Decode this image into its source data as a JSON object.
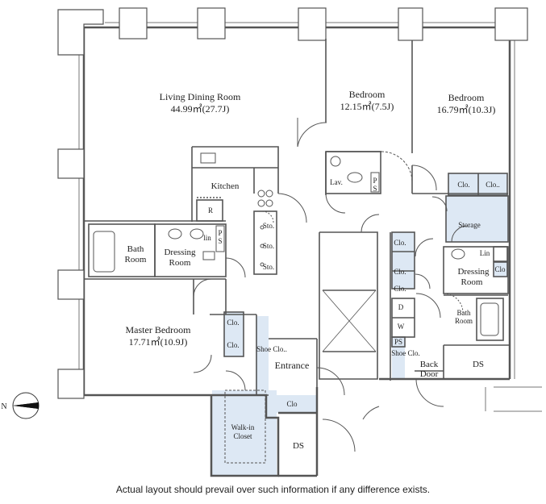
{
  "rooms": {
    "living": {
      "name": "Living Dining Room",
      "area": "44.99㎡(27.7J)"
    },
    "bedroom1": {
      "name": "Bedroom",
      "area": "12.15㎡(7.5J)"
    },
    "bedroom2": {
      "name": "Bedroom",
      "area": "16.79㎡(10.3J)"
    },
    "master": {
      "name": "Master Bedroom",
      "area": "17.71㎡(10.9J)"
    },
    "kitchen": "Kitchen",
    "fridge": "R",
    "bath1": "Bath\nRoom",
    "dressing1": "Dressing\nRoom",
    "lin1": "lin",
    "lav": "Lav.",
    "storage": "Storage",
    "dressing2": "Dressing\nRoom",
    "lin2": "Lin",
    "bath2": "Bath\nRoom",
    "ds1": "DS",
    "ds2": "DS",
    "entrance": "Entrance",
    "shoe_clo1": "Shoe Clo..",
    "shoe_clo2": "Shoe Clo.",
    "walkin": "Walk-in\nCloset",
    "back_door": "Back\nDoor",
    "clo_bed2a": "Clo.",
    "clo_bed2b": "Clo..",
    "clo_hall1": "Clo.",
    "clo_hall2": "Clo.",
    "clo_hall3": "Clo.",
    "clo_master1": "Clo.",
    "clo_master2": "Clo.",
    "clo_dress2": "Clo",
    "clo_entrance": "Clo",
    "sto": "Sto.",
    "ps": "PS",
    "d": "D",
    "w": "W"
  },
  "compass": {
    "letter": "N"
  },
  "note": "Actual layout should prevail over such information if any difference exists.",
  "colors": {
    "wall": "#555555",
    "closet": "#dde8f4",
    "line": "#444444"
  }
}
